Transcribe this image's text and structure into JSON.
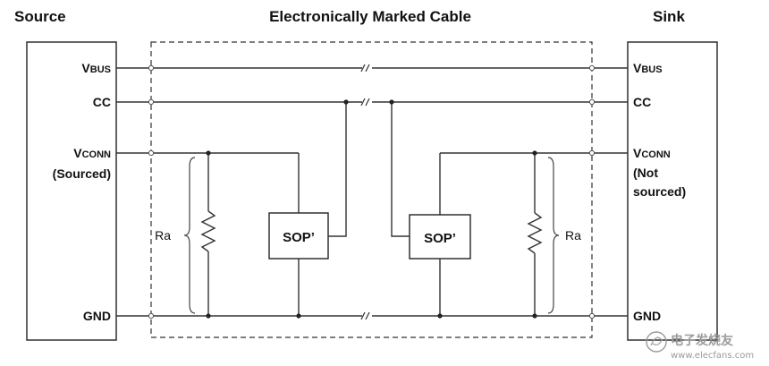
{
  "headings": {
    "source": "Source",
    "cable": "Electronically Marked Cable",
    "sink": "Sink"
  },
  "source_pins": {
    "vbus_v": "V",
    "vbus_sub": "BUS",
    "cc": "CC",
    "vconn_v": "V",
    "vconn_sub": "CONN",
    "vconn_note": "(Sourced)",
    "gnd": "GND"
  },
  "sink_pins": {
    "vbus_v": "V",
    "vbus_sub": "BUS",
    "cc": "CC",
    "vconn_v": "V",
    "vconn_sub": "CONN",
    "vconn_note_1": "(Not",
    "vconn_note_2": "sourced)",
    "gnd": "GND"
  },
  "components": {
    "sop_left": "SOP’",
    "sop_right": "SOP’",
    "ra_left": "Ra",
    "ra_right": "Ra"
  },
  "watermark": {
    "text": "电子发烧友",
    "url": "www.elecfans.com"
  }
}
